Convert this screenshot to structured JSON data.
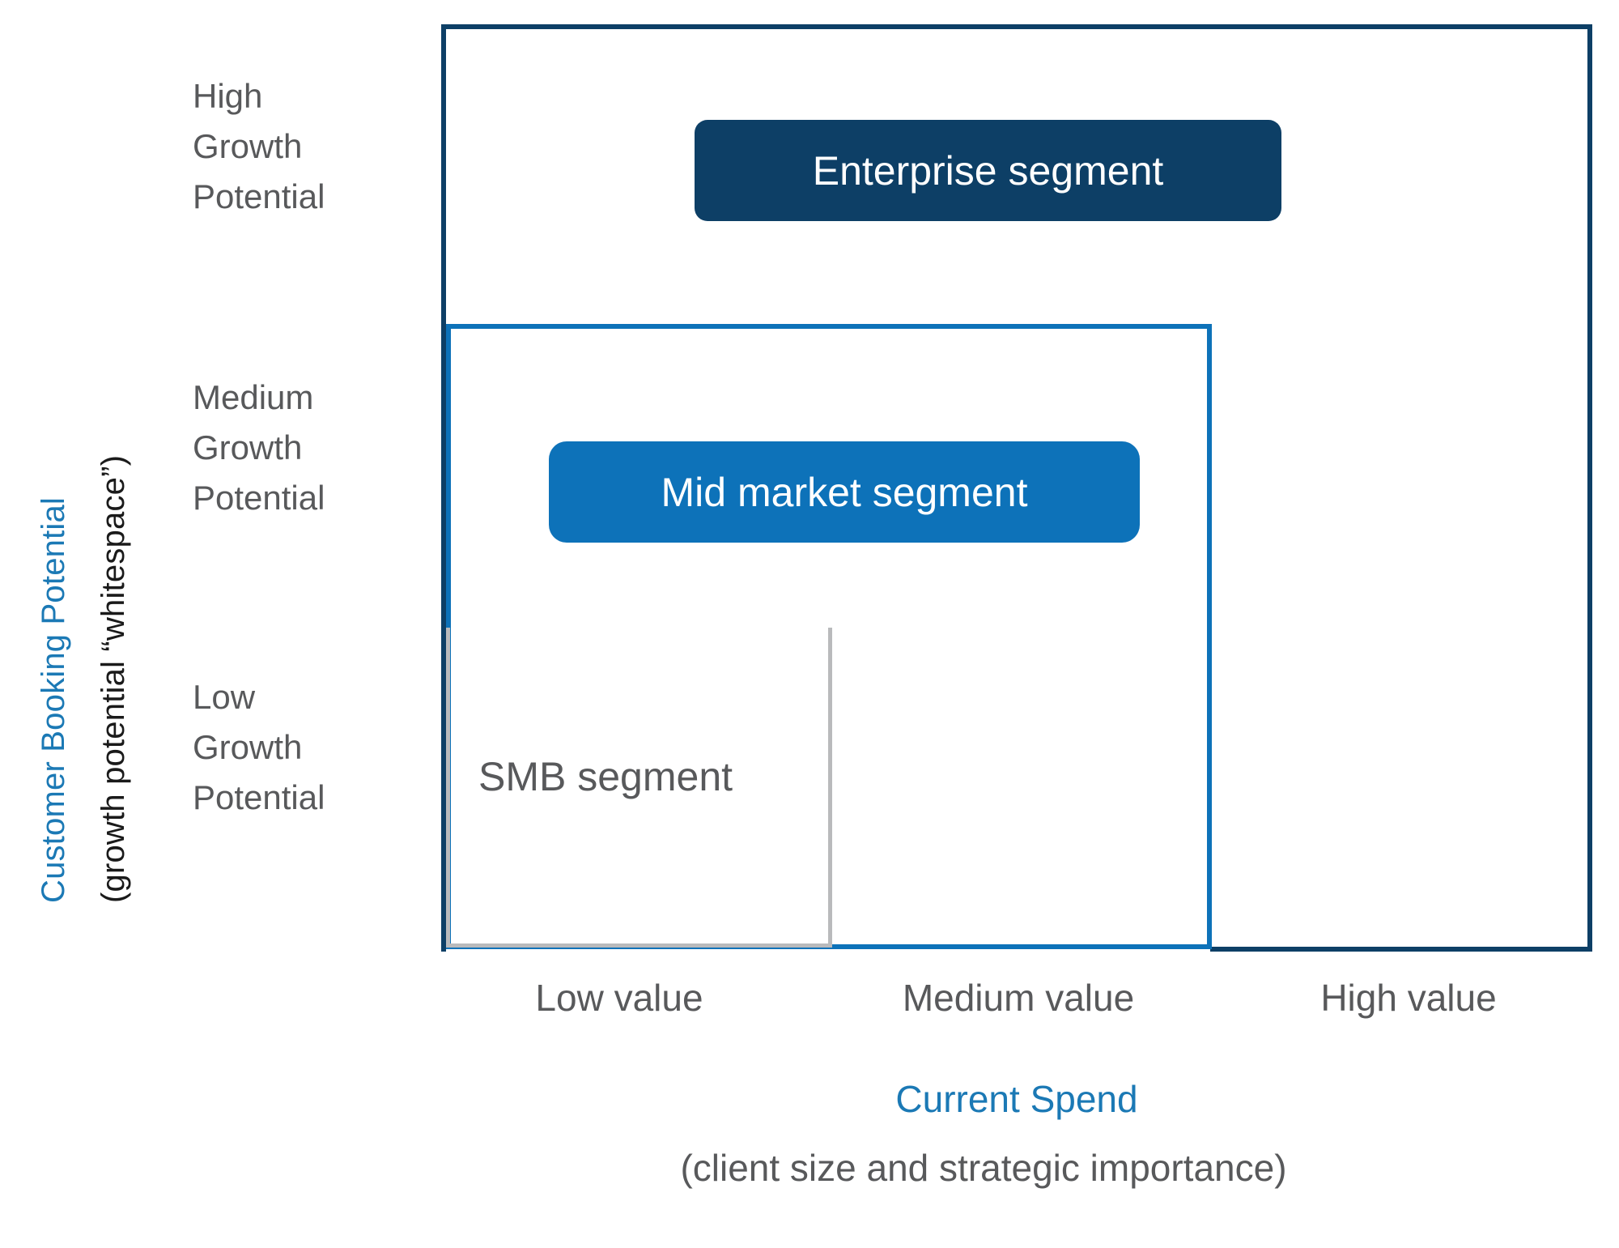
{
  "chart_data": {
    "type": "table",
    "title": "",
    "xlabel": "Current Spend",
    "xlabel_sub": "(client size and strategic importance)",
    "ylabel": "Customer Booking Potential",
    "ylabel_sub": "(growth potential “whitespace”)",
    "x_categories": [
      "Low value",
      "Medium value",
      "High value"
    ],
    "y_categories": [
      "Low Growth Potential",
      "Medium Growth Potential",
      "High Growth Potential"
    ],
    "grid": false,
    "legend": "none",
    "series": [
      {
        "name": "SMB segment",
        "x_span": [
          "Low value",
          "Low value"
        ],
        "y_span": [
          "Low Growth Potential",
          "Low Growth Potential"
        ],
        "color": "#b9babc",
        "style": "outline"
      },
      {
        "name": "Mid market segment",
        "x_span": [
          "Low value",
          "Medium value"
        ],
        "y_span": [
          "Low Growth Potential",
          "Medium Growth Potential"
        ],
        "color": "#0d72b9",
        "style": "outline"
      },
      {
        "name": "Enterprise segment",
        "x_span": [
          "Low value",
          "High value"
        ],
        "y_span": [
          "Low Growth Potential",
          "High Growth Potential"
        ],
        "color": "#0d3f66",
        "style": "outline"
      }
    ]
  },
  "axes": {
    "y": {
      "title": "Customer Booking Potential",
      "subtitle": "(growth potential “whitespace”)",
      "title_color": "#1b79b5",
      "subtitle_color": "#1a1a1a",
      "ticks": [
        {
          "label": "High\nGrowth\nPotential"
        },
        {
          "label": "Medium\nGrowth\nPotential"
        },
        {
          "label": "Low\nGrowth\nPotential"
        }
      ]
    },
    "x": {
      "title": "Current Spend",
      "subtitle": "(client size and strategic importance)",
      "title_color": "#1b79b5",
      "subtitle_color": "#58595b",
      "ticks": [
        {
          "label": "Low value"
        },
        {
          "label": "Medium value"
        },
        {
          "label": "High value"
        }
      ]
    }
  },
  "segments": {
    "enterprise": {
      "label": "Enterprise segment",
      "color": "#0d3f66",
      "text_color": "#ffffff"
    },
    "mid_market": {
      "label": "Mid market segment",
      "color": "#0d72b9",
      "text_color": "#ffffff"
    },
    "smb": {
      "label": "SMB segment",
      "color": "#b9babc",
      "text_color": "#58595b"
    }
  }
}
